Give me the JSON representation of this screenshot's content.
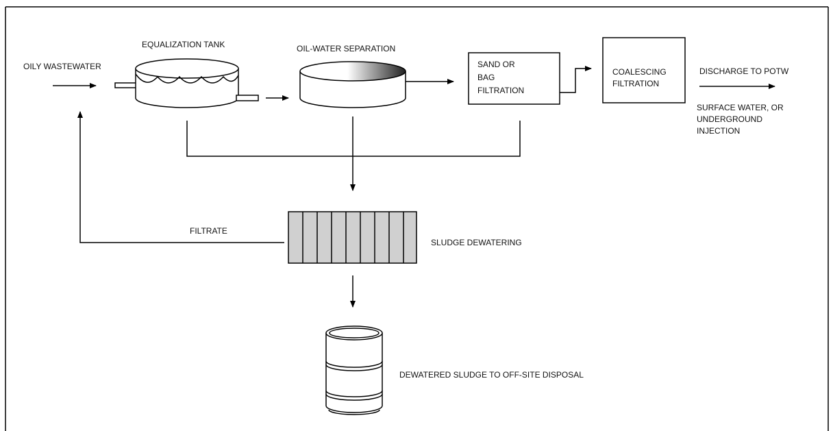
{
  "labels": {
    "input": "OILY WASTEWATER",
    "equalization_tank": "EQUALIZATION TANK",
    "oil_water_separation": "OIL-WATER SEPARATION",
    "sand_bag_filtration": [
      "SAND OR",
      "BAG",
      "FILTRATION"
    ],
    "coalescing_filtration": [
      "COALESCING",
      "FILTRATION"
    ],
    "discharge": "DISCHARGE TO POTW",
    "discharge_alternatives": [
      "SURFACE WATER, OR",
      "UNDERGROUND",
      "INJECTION"
    ],
    "filtrate": "FILTRATE",
    "sludge_dewatering": "SLUDGE DEWATERING",
    "sludge_disposal": "DEWATERED SLUDGE TO OFF-SITE DISPOSAL"
  },
  "colors": {
    "line": "#000000",
    "press_fill": "#d0d0d0",
    "separator_gradient_dark": "#222222",
    "separator_gradient_light": "#ffffff"
  }
}
